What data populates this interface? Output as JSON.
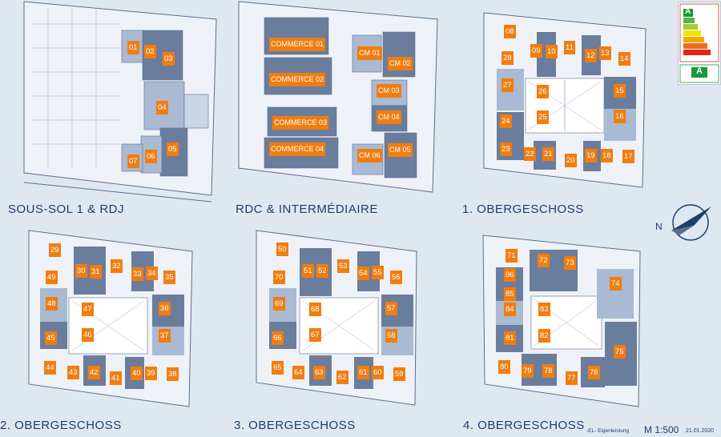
{
  "panels": [
    {
      "id": "p0",
      "caption": "SOUS-SOL 1 & RDJ",
      "units": [
        "01",
        "02",
        "03",
        "04",
        "05",
        "06",
        "07"
      ]
    },
    {
      "id": "p1",
      "caption": "RDC & INTERMÉDIAIRE",
      "units": [
        "COMMERCE 01",
        "COMMERCE 02",
        "COMMERCE 03",
        "COMMERCE 04",
        "CM 01",
        "CM 02",
        "CM 03",
        "CM 04",
        "CM 05",
        "CM 06"
      ]
    },
    {
      "id": "p2",
      "caption": "1. OBERGESCHOSS",
      "units": [
        "08",
        "09",
        "10",
        "11",
        "12",
        "13",
        "14",
        "15",
        "16",
        "17",
        "18",
        "19",
        "20",
        "21",
        "22",
        "23",
        "24",
        "25",
        "26",
        "27",
        "28"
      ]
    },
    {
      "id": "p3",
      "caption": "2. OBERGESCHOSS",
      "units": [
        "29",
        "30",
        "31",
        "32",
        "33",
        "34",
        "35",
        "36",
        "37",
        "38",
        "39",
        "40",
        "41",
        "42",
        "43",
        "44",
        "45",
        "46",
        "47",
        "48",
        "49"
      ]
    },
    {
      "id": "p4",
      "caption": "3. OBERGESCHOSS",
      "units": [
        "50",
        "51",
        "52",
        "53",
        "54",
        "55",
        "56",
        "57",
        "58",
        "59",
        "60",
        "61",
        "62",
        "63",
        "64",
        "65",
        "66",
        "67",
        "68",
        "69",
        "70"
      ]
    },
    {
      "id": "p5",
      "caption": "4. OBERGESCHOSS",
      "units": [
        "71",
        "72",
        "73",
        "74",
        "75",
        "76",
        "77",
        "78",
        "79",
        "80",
        "81",
        "82",
        "83",
        "84",
        "85",
        "86"
      ]
    }
  ],
  "energy_label": {
    "top_class": "A",
    "bottom_class": "A"
  },
  "compass": {
    "letter": "N"
  },
  "footer": {
    "note": "-EL- Eigenleistung",
    "scale": "M 1:500",
    "date": "21.01.2020"
  },
  "colors": {
    "background": "#dfe7f1",
    "label": "#f07d10",
    "unit_dark": "#6b7d9c",
    "unit_light": "#a9bad2",
    "text": "#1d3f6b"
  }
}
